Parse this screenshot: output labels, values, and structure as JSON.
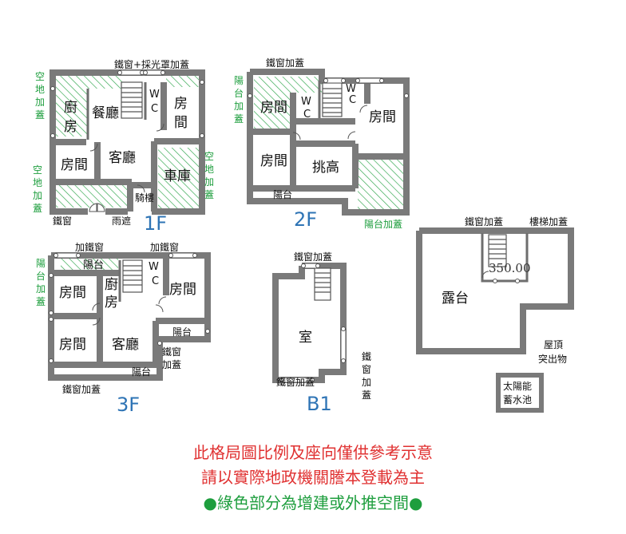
{
  "floors": {
    "f1": {
      "label": "1F",
      "rooms": {
        "kitchen": "廚房",
        "dining": "餐廳",
        "wc": "WC",
        "bedroom_a": "房間",
        "living": "客廳",
        "bedroom_b": "房間",
        "garage": "車庫",
        "arcade": "騎樓"
      },
      "notes": {
        "top": "鐵窗+採光罩加蓋",
        "left_top": "空地加蓋",
        "left_bottom": "空地加蓋",
        "right": "空地加蓋",
        "bottom_left": "鐵窗",
        "bottom_mid": "雨遮"
      }
    },
    "f2": {
      "label": "2F",
      "rooms": {
        "bedroom_a": "房間",
        "wc_a": "WC",
        "wc_b": "WC",
        "bedroom_b": "房間",
        "bedroom_c": "房間",
        "void": "挑高",
        "balcony": "陽台"
      },
      "notes": {
        "top": "鐵窗加蓋",
        "left": "陽台加蓋",
        "bottom_right": "陽台加蓋"
      }
    },
    "f3": {
      "label": "3F",
      "rooms": {
        "balcony_top": "陽台",
        "wc": "WC",
        "bedroom_a": "房間",
        "kitchen": "廚房",
        "bedroom_b": "房間",
        "bedroom_c": "房間",
        "living": "客廳",
        "balcony_right": "陽台",
        "balcony_bottom": "陽台"
      },
      "notes": {
        "top_left": "加鐵窗",
        "top_right": "加鐵窗",
        "left": "陽台加蓋",
        "right": "鐵窗加蓋",
        "bottom": "鐵窗加蓋"
      }
    },
    "b1": {
      "label": "B1",
      "rooms": {
        "room": "室"
      },
      "notes": {
        "top": "鐵窗加蓋",
        "bottom": "鐵窗加蓋",
        "right": "鐵窗加蓋"
      }
    },
    "roof": {
      "rooms": {
        "terrace": "露台",
        "tank": "太陽能蓄水池"
      },
      "notes": {
        "top_left": "鐵窗加蓋",
        "top_right": "樓梯加蓋",
        "right": "屋頂突出物",
        "dimension": "350.00"
      }
    }
  },
  "footnotes": {
    "line1": "此格局圖比例及座向僅供參考示意",
    "line2": "請以實際地政機關謄本登載為主",
    "line3": "●綠色部分為增建或外推空間●"
  },
  "colors": {
    "wall": "#7a7a7a",
    "hatch": "#1e9e3e",
    "floor_label": "#2e74b5",
    "warning": "#e03131",
    "addition_note": "#1e9e3e"
  }
}
